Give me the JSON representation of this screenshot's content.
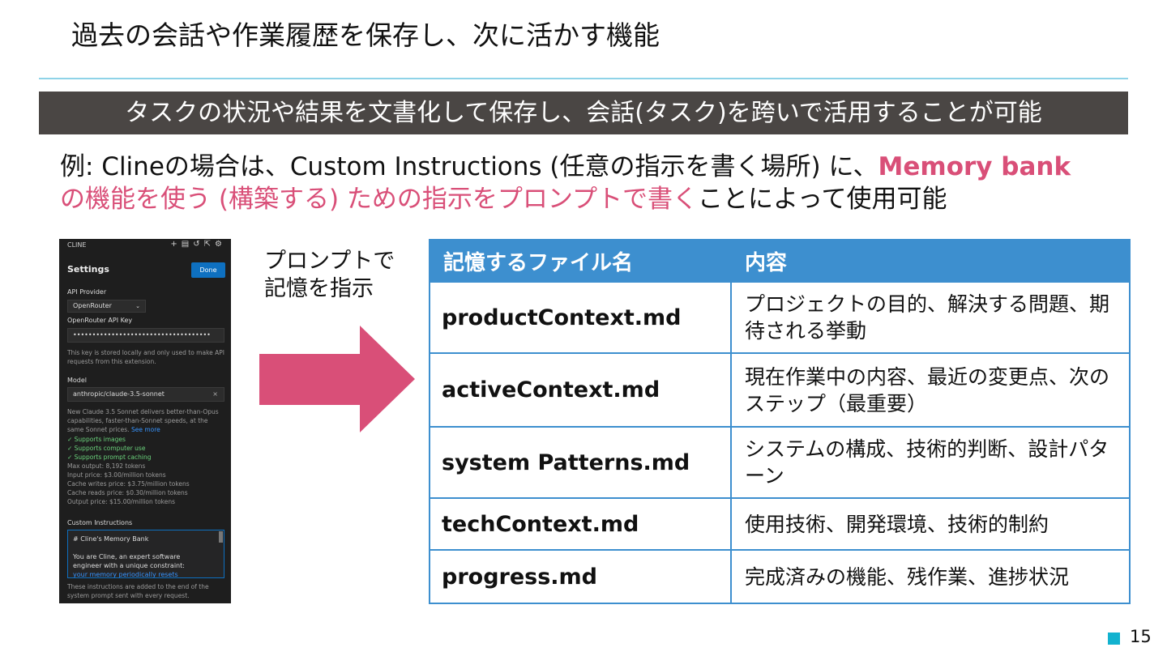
{
  "slide": {
    "title": "過去の会話や作業履歴を保存し、次に活かす機能",
    "banner": "タスクの状況や結果を文書化して保存し、会話(タスク)を跨いで活用することが可能",
    "example": {
      "part1": "例: Clineの場合は、Custom Instructions (任意の指示を書く場所) に、",
      "highlight_bold": "Memory bank",
      "highlight": "の機能を使う (構築する) ための指示をプロンプトで書く",
      "part2": "ことによって使用可能"
    },
    "arrow_caption": [
      "プロンプトで",
      "記憶を指示"
    ],
    "page_number": "15",
    "colors": {
      "banner_bg": "#4a4644",
      "accent_pink": "#d94f78",
      "table_header": "#3d8fcf",
      "rule": "#8fd3e8",
      "page_mark": "#12b2cf"
    }
  },
  "cline_panel": {
    "app_name": "CLINE",
    "icons": [
      "plus-icon",
      "history-icon",
      "restore-icon",
      "external-link-icon",
      "gear-icon"
    ],
    "settings_title": "Settings",
    "done_label": "Done",
    "api_provider_label": "API Provider",
    "api_provider_value": "OpenRouter",
    "api_key_label": "OpenRouter API Key",
    "api_key_value": "••••••••••••••••••••••••••••••••••••",
    "api_key_note": "This key is stored locally and only used to make API requests from this extension.",
    "model_label": "Model",
    "model_value": "anthropic/claude-3.5-sonnet",
    "model_desc": "New Claude 3.5 Sonnet delivers better-than-Opus capabilities, faster-than-Sonnet speeds, at the same Sonnet prices.",
    "see_more": "See more",
    "features": [
      "✓ Supports images",
      "✓ Supports computer use",
      "✓ Supports prompt caching"
    ],
    "pricing": [
      "Max output: 8,192 tokens",
      "Input price: $3.00/million tokens",
      "Cache writes price: $3.75/million tokens",
      "Cache reads price: $0.30/million tokens",
      "Output price: $15.00/million tokens"
    ],
    "custom_instructions_label": "Custom Instructions",
    "custom_instructions_lines": [
      "# Cline's Memory Bank",
      "",
      "You are Cline, an expert software",
      "engineer with a unique constraint:",
      "your memory periodically resets"
    ],
    "custom_instructions_note": "These instructions are added to the end of the system prompt sent with every request."
  },
  "memory_table": {
    "headers": [
      "記憶するファイル名",
      "内容"
    ],
    "rows": [
      {
        "file": "productContext.md",
        "desc": "プロジェクトの目的、解決する問題、期待される挙動"
      },
      {
        "file": "activeContext.md",
        "desc": "現在作業中の内容、最近の変更点、次のステップ（最重要）"
      },
      {
        "file": "system Patterns.md",
        "desc": "システムの構成、技術的判断、設計パターン"
      },
      {
        "file": "techContext.md",
        "desc": "使用技術、開発環境、技術的制約"
      },
      {
        "file": "progress.md",
        "desc": "完成済みの機能、残作業、進捗状況"
      }
    ]
  }
}
